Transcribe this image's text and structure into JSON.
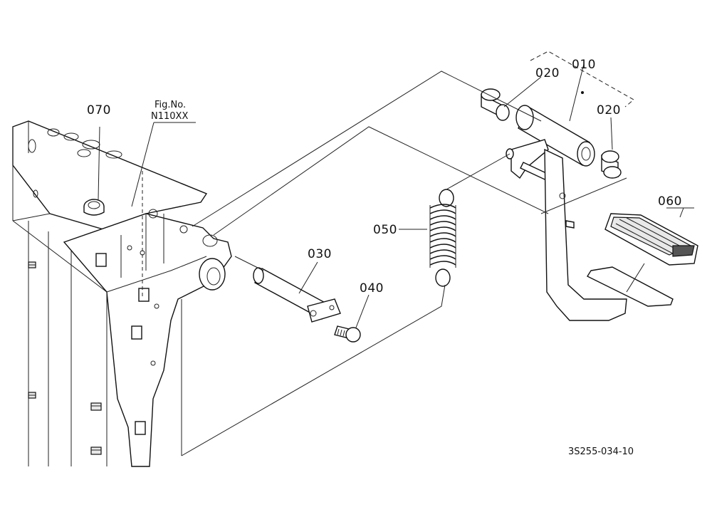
{
  "figure": {
    "fig_no_label": "Fig.No.",
    "fig_no_value": "N110XX",
    "drawing_code": "3S255-034-10"
  },
  "callouts": [
    {
      "id": "010",
      "text": "010"
    },
    {
      "id": "020a",
      "text": "020"
    },
    {
      "id": "020b",
      "text": "020"
    },
    {
      "id": "030",
      "text": "030"
    },
    {
      "id": "040",
      "text": "040"
    },
    {
      "id": "050",
      "text": "050"
    },
    {
      "id": "060",
      "text": "060"
    },
    {
      "id": "070",
      "text": "070"
    }
  ],
  "colors": {
    "line": "#111111",
    "background": "#ffffff",
    "shade": "#e8e8e8"
  }
}
